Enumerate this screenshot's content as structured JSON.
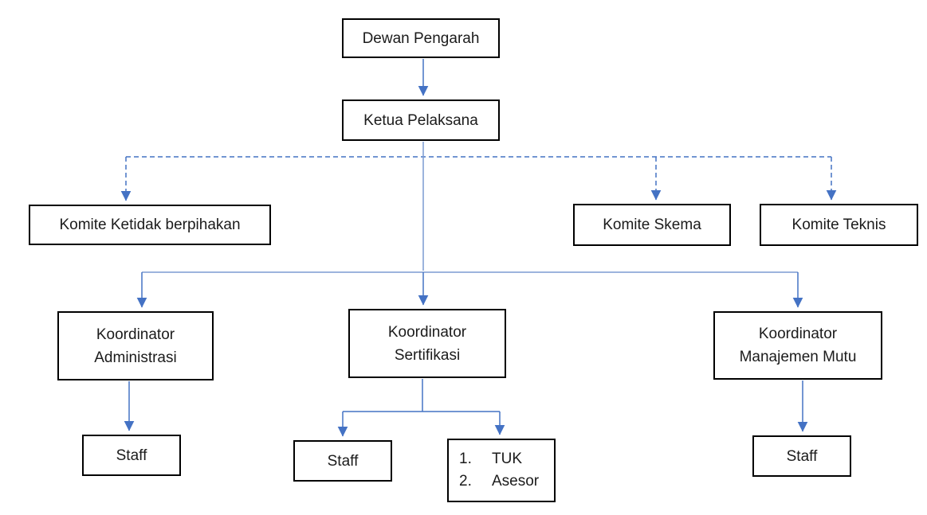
{
  "diagram": {
    "type": "org-chart",
    "colors": {
      "connector": "#4472C4",
      "box_border": "#000000",
      "box_fill": "#FFFFFF",
      "text": "#1b1b1b",
      "background": "#FFFFFF"
    },
    "nodes": {
      "dewan_pengarah": {
        "label": "Dewan Pengarah"
      },
      "ketua_pelaksana": {
        "label": "Ketua Pelaksana"
      },
      "komite_ketidak_berpihakan": {
        "label": "Komite Ketidak berpihakan"
      },
      "komite_skema": {
        "label": "Komite Skema"
      },
      "komite_teknis": {
        "label": "Komite Teknis"
      },
      "koordinator_administrasi": {
        "line1": "Koordinator",
        "line2": "Administrasi"
      },
      "koordinator_sertifikasi": {
        "line1": "Koordinator",
        "line2": "Sertifikasi"
      },
      "koordinator_manajemen_mutu": {
        "line1": "Koordinator",
        "line2": "Manajemen Mutu"
      },
      "staff_administrasi": {
        "label": "Staff"
      },
      "staff_sertifikasi": {
        "label": "Staff"
      },
      "tuk_asesor": {
        "numbers": [
          "1.",
          "2."
        ],
        "items": [
          "TUK",
          "Asesor"
        ]
      },
      "staff_manajemen_mutu": {
        "label": "Staff"
      }
    },
    "edges": [
      {
        "from": "ketua_pelaksana... (see note)",
        "note": "solid: dewan_pengarah->ketua_pelaksana; ketua_pelaksana->koordinator_administrasi/sertifikasi/manajemen_mutu; koordinator_administrasi->staff; koordinator_sertifikasi->staff,tuk_asesor; koordinator_manajemen_mutu->staff. dashed: ketua_pelaksana->komite_ketidak_berpihakan,komite_skema,komite_teknis"
      }
    ]
  }
}
